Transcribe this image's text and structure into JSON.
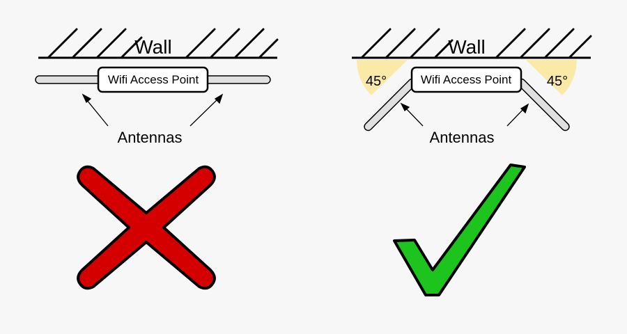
{
  "left_panel": {
    "wall_label": "Wall",
    "device_label": "Wifi Access Point",
    "antennas_label": "Antennas",
    "verdict_icon": "cross-icon"
  },
  "right_panel": {
    "wall_label": "Wall",
    "device_label": "Wifi Access Point",
    "antennas_label": "Antennas",
    "angle_left_label": "45°",
    "angle_right_label": "45°",
    "verdict_icon": "checkmark-icon"
  },
  "colors": {
    "background": "#f7f7f7",
    "antenna_fill": "#e0e0e0",
    "angle_highlight": "#fbe9a8",
    "cross_fill": "#d40000",
    "check_fill": "#1ec41e"
  }
}
